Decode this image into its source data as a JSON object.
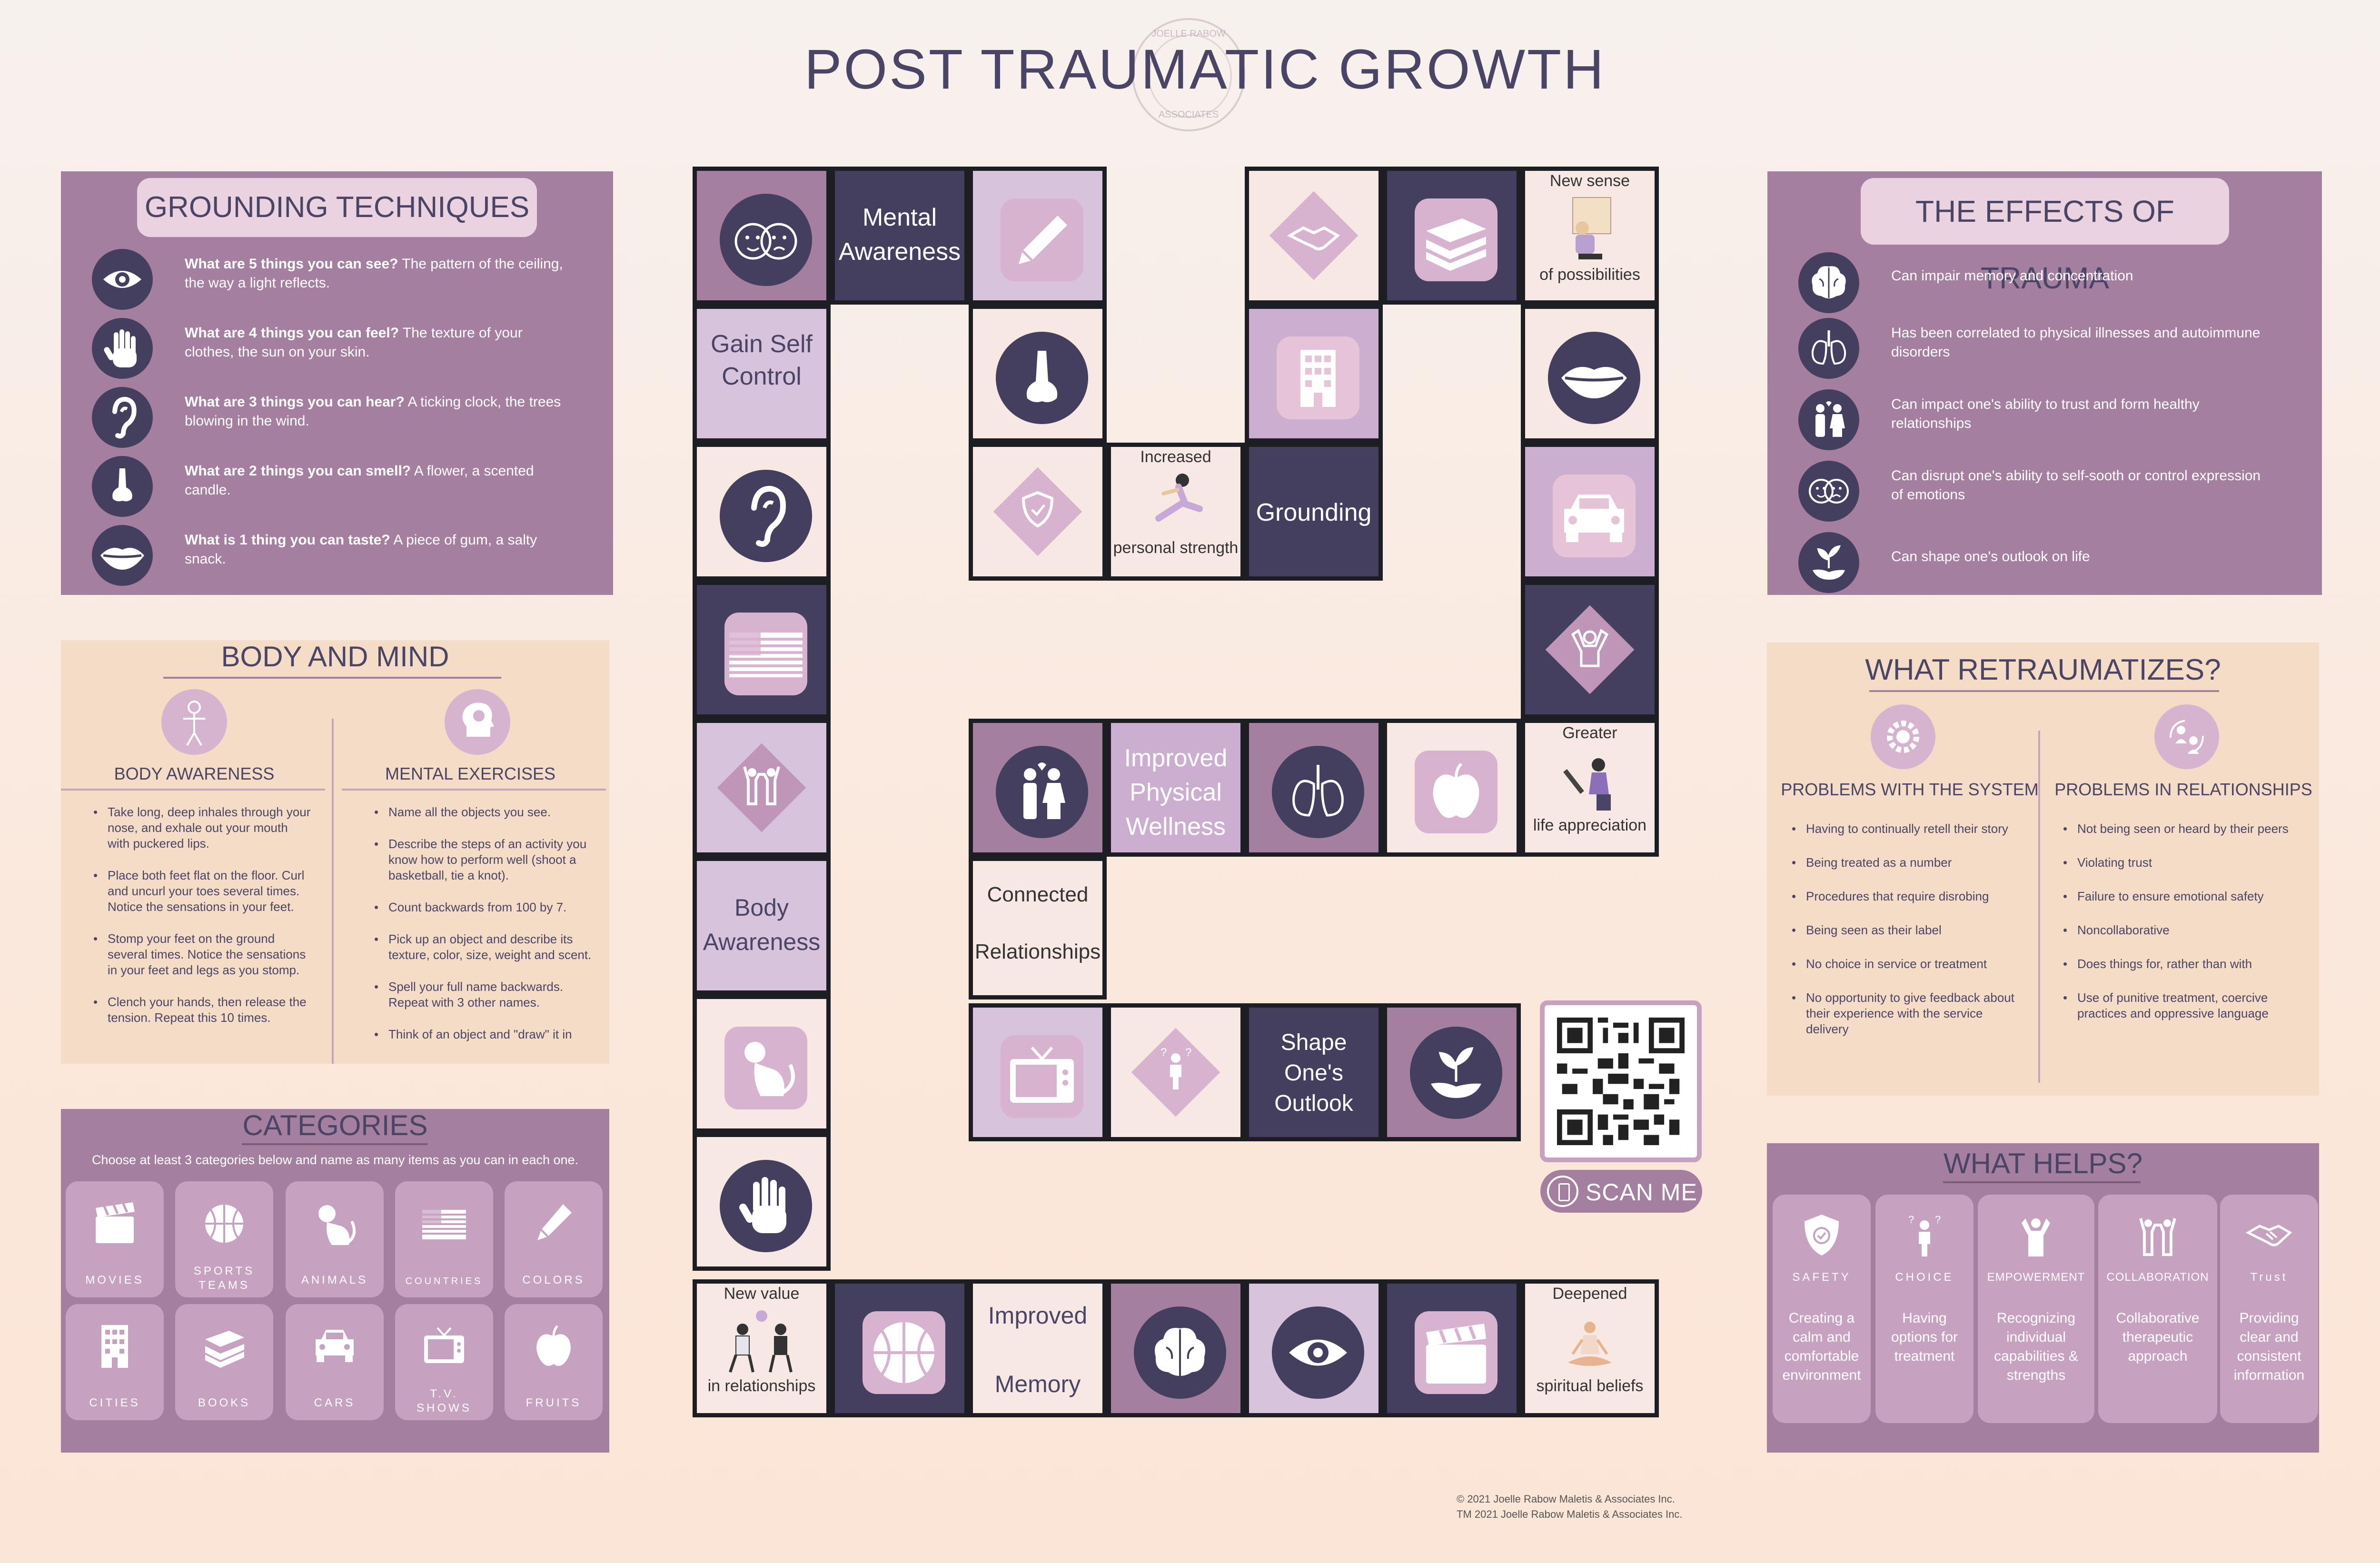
{
  "title": "POST TRAUMATIC GROWTH",
  "seal": {
    "top": "JOELLE RABOW",
    "bottom": "ASSOCIATES"
  },
  "grounding": {
    "title": "GROUNDING TECHNIQUES",
    "items": [
      {
        "q": "What are 5 things you can see?",
        "a": " The pattern of the ceiling, the way a light reflects.",
        "icon": "eye-icon"
      },
      {
        "q": "What are 4 things you can feel?",
        "a": " The texture of your clothes, the sun on your skin.",
        "icon": "hand-icon"
      },
      {
        "q": "What are 3 things you can hear?",
        "a": " A ticking clock, the trees blowing in the wind.",
        "icon": "ear-icon"
      },
      {
        "q": "What are 2 things you can smell?",
        "a": " A flower, a scented candle.",
        "icon": "nose-icon"
      },
      {
        "q": "What is 1 thing you can taste?",
        "a": " A piece of gum, a salty snack.",
        "icon": "lips-icon"
      }
    ]
  },
  "body_mind": {
    "title": "BODY AND MIND",
    "left_head": "BODY AWARENESS",
    "right_head": "MENTAL EXERCISES",
    "left": [
      "Take long, deep inhales through your nose, and exhale out your mouth with puckered lips.",
      "Place both feet flat on the floor. Curl and uncurl your toes several times. Notice the sensations in your feet.",
      "Stomp your feet on the ground several times. Notice the sensations in your feet and legs as you stomp.",
      "Clench your hands, then release the tension. Repeat this 10 times."
    ],
    "right": [
      "Name all the objects you see.",
      "Describe the steps of an activity you know how to perform well (shoot a basketball, tie a knot).",
      "Count backwards from 100 by 7.",
      "Pick up an object and describe its texture, color, size, weight and scent.",
      "Spell your full name backwards. Repeat with 3 other names.",
      "Think of an object and \"draw\" it in"
    ]
  },
  "categories": {
    "title": "CATEGORIES",
    "subtitle": "Choose at least 3 categories below and name as many items as you can in each one.",
    "items": [
      "MOVIES",
      "SPORTS TEAMS",
      "ANIMALS",
      "COUNTRIES",
      "COLORS",
      "CITIES",
      "BOOKS",
      "CARS",
      "T.V. SHOWS",
      "FRUITS"
    ]
  },
  "effects": {
    "title": "THE EFFECTS OF TRAUMA",
    "items": [
      "Can impair memory and concentration",
      "Has been correlated to physical illnesses and autoimmune disorders",
      "Can impact one's ability to trust and form healthy relationships",
      "Can disrupt one's ability to self-sooth or control expression of emotions",
      "Can shape one's outlook on life"
    ]
  },
  "retraumatizes": {
    "title": "WHAT RETRAUMATIZES?",
    "left_head": "PROBLEMS WITH THE SYSTEM",
    "right_head": "PROBLEMS IN RELATIONSHIPS",
    "left": [
      "Having to continually retell their story",
      "Being treated as a number",
      "Procedures that require disrobing",
      "Being seen as their label",
      "No choice in service or treatment",
      "No opportunity to give feedback about their experience with the service delivery"
    ],
    "right": [
      "Not being seen or heard by their peers",
      "Violating trust",
      "Failure to ensure emotional safety",
      "Noncollaborative",
      "Does things for, rather than with",
      "Use of punitive treatment, coercive practices and oppressive language"
    ]
  },
  "helps": {
    "title": "WHAT HELPS?",
    "items": [
      {
        "label": "SAFETY",
        "desc": "Creating a calm and comfortable environment"
      },
      {
        "label": "CHOICE",
        "desc": "Having options for treatment"
      },
      {
        "label": "EMPOWERMENT",
        "desc": "Recognizing individual capabilities & strengths"
      },
      {
        "label": "COLLABORATION",
        "desc": "Collaborative therapeutic approach"
      },
      {
        "label": "Trust",
        "desc": "Providing clear and consistent information"
      }
    ]
  },
  "board": {
    "mental_awareness": "Mental Awareness",
    "gain_self_control": "Gain Self Control",
    "increased_top": "Increased",
    "increased_bottom": "personal strength",
    "grounding": "Grounding",
    "new_sense_top": "New sense",
    "new_sense_bottom": "of possibilities",
    "improved_physical": "Improved Physical Wellness",
    "greater_top": "Greater",
    "greater_bottom": "life appreciation",
    "body_awareness": "Body Awareness",
    "connected": "Connected",
    "relationships": "Relationships",
    "shape_outlook": "Shape One's Outlook",
    "new_value_top": "New value",
    "new_value_bottom": "in relationships",
    "improved_memory_1": "Improved",
    "improved_memory_2": "Memory",
    "deepened_top": "Deepened",
    "deepened_bottom": "spiritual beliefs"
  },
  "scan_me": "SCAN ME",
  "copyright": [
    "© 2021 Joelle Rabow Maletis & Associates Inc.",
    "TM 2021 Joelle Rabow Maletis & Associates Inc."
  ],
  "colors": {
    "purple": "#a57f9f",
    "navy": "#453f5f",
    "tan": "#f5dcc6",
    "pink": "#ccaed0"
  }
}
